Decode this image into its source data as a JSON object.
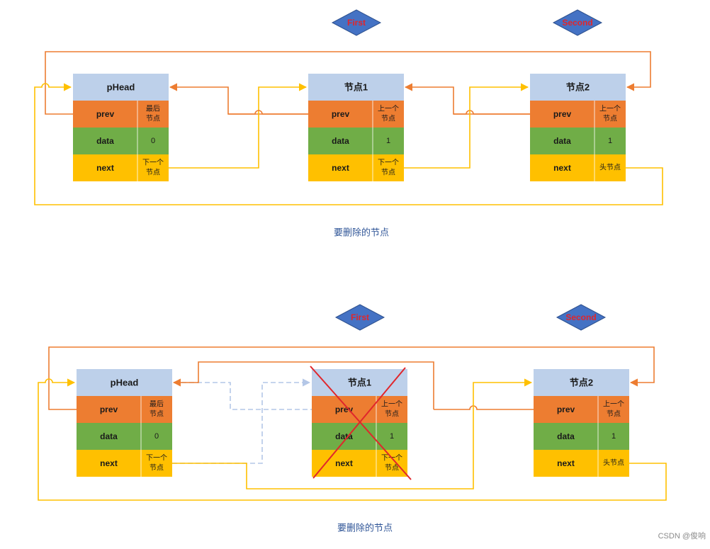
{
  "colors": {
    "header": "#bdd0ea",
    "prev": "#ed7d31",
    "data": "#70ad47",
    "next": "#ffc000",
    "orange_line": "#ed7d31",
    "yellow_line": "#ffc000",
    "dashed_line": "#b4c7e7",
    "diamond": "#4472c4",
    "diamond_text": "#e0262c",
    "cross": "#e0262c"
  },
  "field_labels": {
    "prev": "prev",
    "data": "data",
    "next": "next"
  },
  "diagrams": [
    {
      "caption": "要删除的节点",
      "pointers": [
        {
          "label": "First"
        },
        {
          "label": "Second"
        }
      ],
      "nodes": [
        {
          "title": "pHead",
          "prev": [
            "最后",
            "节点"
          ],
          "data": "0",
          "next": [
            "下一个",
            "节点"
          ]
        },
        {
          "title": "节点1",
          "prev": [
            "上一个",
            "节点"
          ],
          "data": "1",
          "next": [
            "下一个",
            "节点"
          ]
        },
        {
          "title": "节点2",
          "prev": [
            "上一个",
            "节点"
          ],
          "data": "1",
          "next": [
            "头节点"
          ]
        }
      ]
    },
    {
      "caption": "要删除的节点",
      "pointers": [
        {
          "label": "First"
        },
        {
          "label": "Second"
        }
      ],
      "nodes": [
        {
          "title": "pHead",
          "prev": [
            "最后",
            "节点"
          ],
          "data": "0",
          "next": [
            "下一个",
            "节点"
          ]
        },
        {
          "title": "节点1",
          "prev": [
            "上一个",
            "节点"
          ],
          "data": "1",
          "next": [
            "下一个",
            "节点"
          ]
        },
        {
          "title": "节点2",
          "prev": [
            "上一个",
            "节点"
          ],
          "data": "1",
          "next": [
            "头节点"
          ]
        }
      ]
    }
  ],
  "watermark": "CSDN @俊响"
}
